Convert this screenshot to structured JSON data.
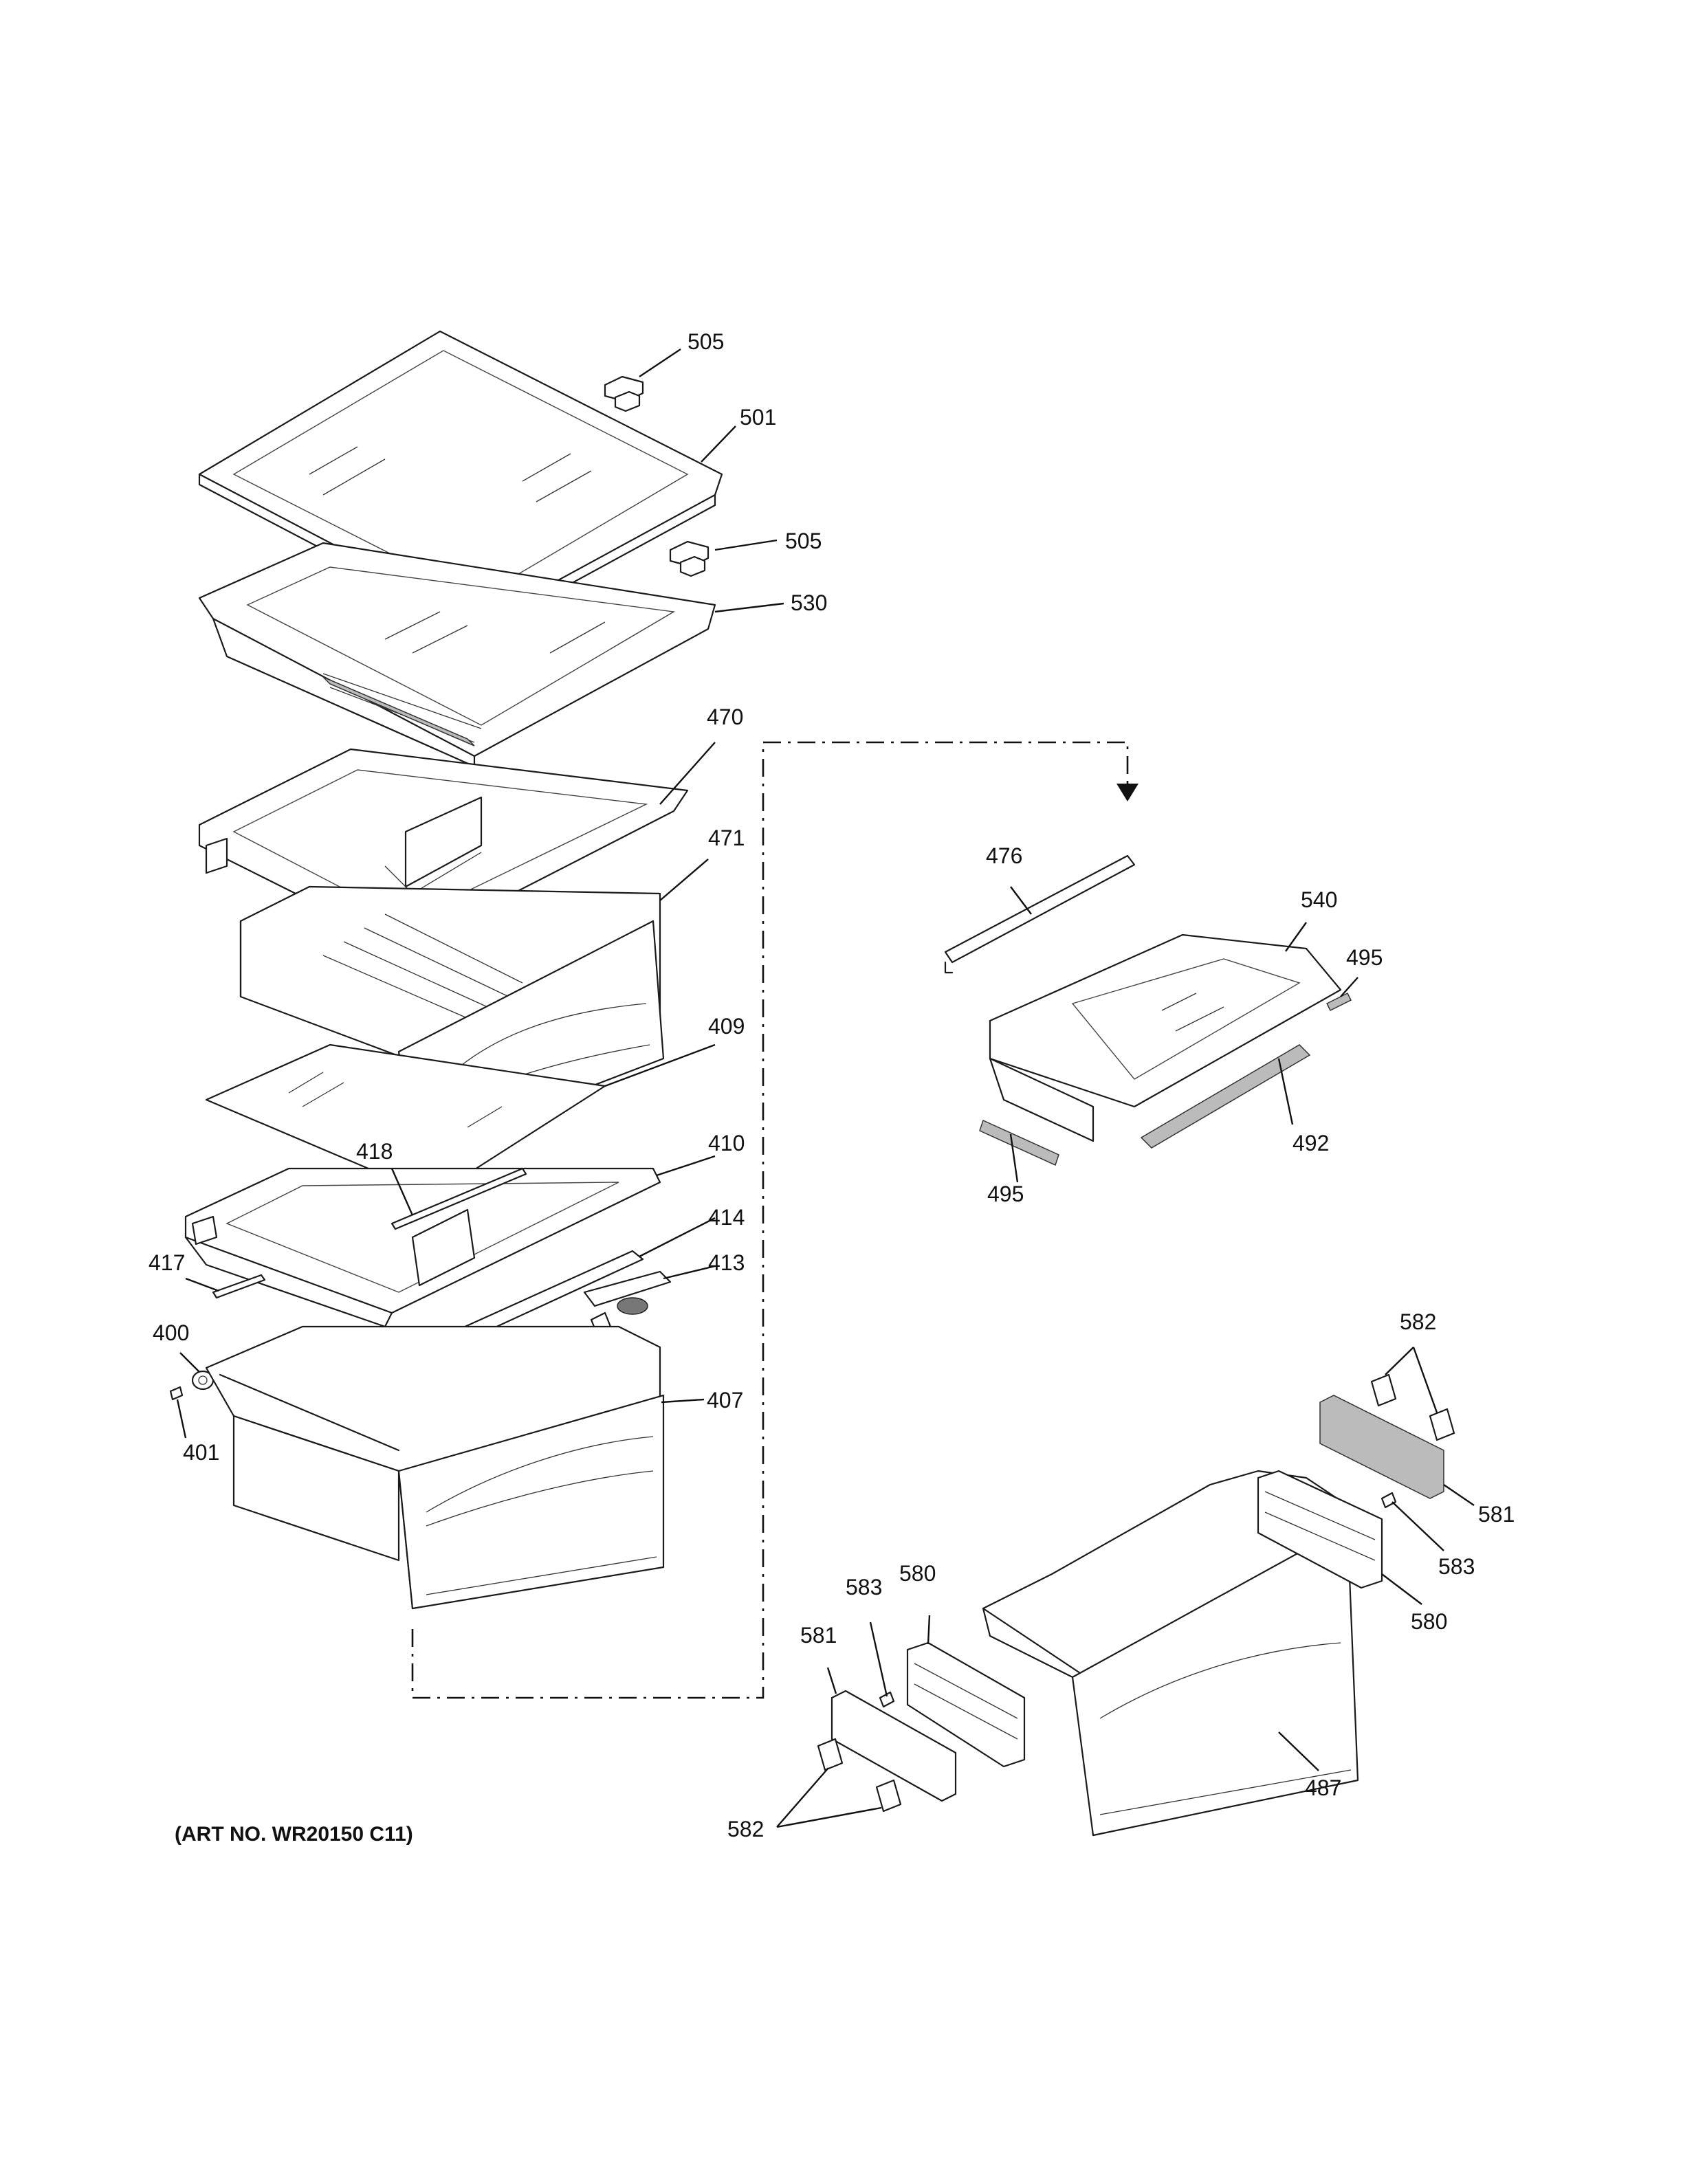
{
  "diagram": {
    "art_number": "(ART NO. WR20150 C11)",
    "callouts": {
      "c505a": "505",
      "c501": "501",
      "c505b": "505",
      "c530": "530",
      "c470": "470",
      "c471": "471",
      "c409": "409",
      "c418": "418",
      "c410": "410",
      "c414": "414",
      "c413": "413",
      "c417": "417",
      "c400": "400",
      "c401": "401",
      "c407": "407",
      "c476": "476",
      "c540": "540",
      "c495a": "495",
      "c492": "492",
      "c495b": "495",
      "c582a": "582",
      "c581a": "581",
      "c583a": "583",
      "c580a": "580",
      "c580b": "580",
      "c583b": "583",
      "c581b": "581",
      "c582b": "582",
      "c487": "487"
    }
  }
}
